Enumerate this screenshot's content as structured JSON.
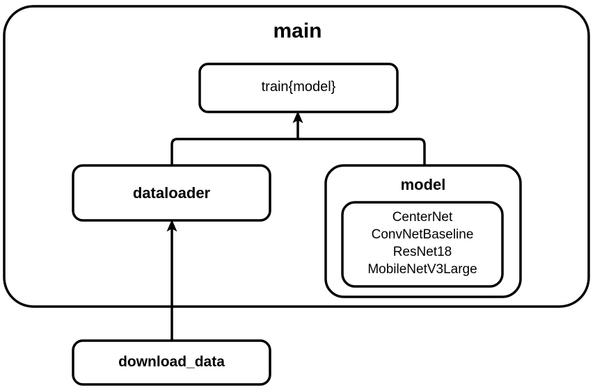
{
  "diagram": {
    "type": "flow-architecture-diagram",
    "stroke_color": "#000000",
    "background_color": "#ffffff",
    "containers": {
      "main": {
        "label": "main"
      },
      "model": {
        "label": "model"
      }
    },
    "nodes": {
      "train": {
        "label": "train{model}"
      },
      "dataloader": {
        "label": "dataloader"
      },
      "download_data": {
        "label": "download_data"
      }
    },
    "model_options": [
      "CenterNet",
      "ConvNetBaseline",
      "ResNet18",
      "MobileNetV3Large"
    ],
    "connections": [
      {
        "name": "dataloader-and-model-to-train",
        "from": [
          "dataloader",
          "model"
        ],
        "to": "train",
        "arrow": true
      },
      {
        "name": "download-data-to-dataloader",
        "from": "download_data",
        "to": "dataloader",
        "arrow": true
      }
    ]
  }
}
